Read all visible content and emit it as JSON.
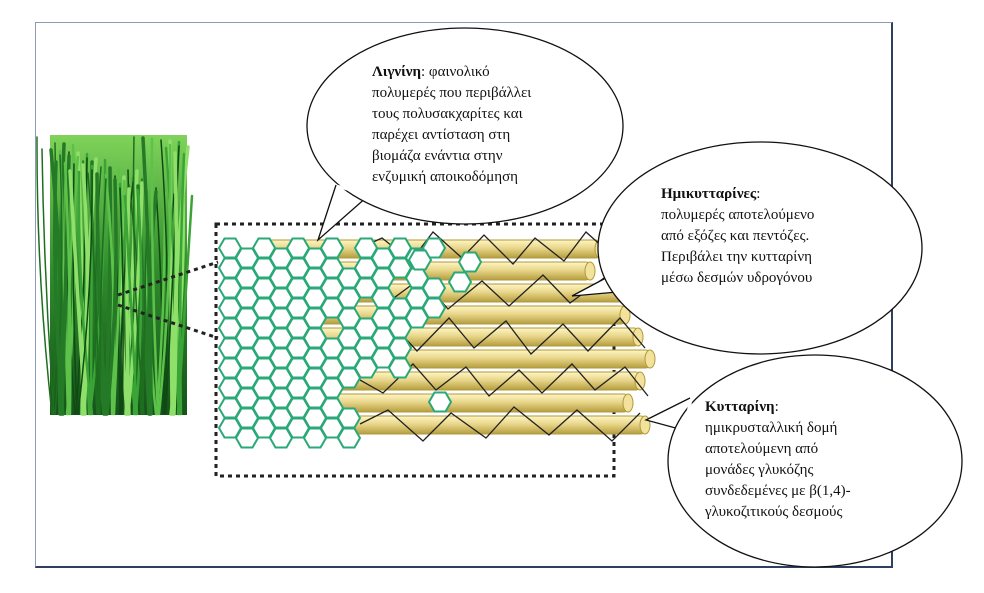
{
  "lignin": {
    "title": "Λιγνίνη",
    "sep": ": ",
    "lines": [
      "φαινολικό",
      "πολυμερές που περιβάλλει",
      "τους πολυσακχαρίτες και",
      "παρέχει αντίσταση στη",
      "βιομάζα ενάντια στην",
      "ενζυμική αποικοδόμηση"
    ]
  },
  "hemicellulose": {
    "title": "Ημικυτταρίνες",
    "sep": ":",
    "lines": [
      "πολυμερές αποτελούμενο",
      "από εξόζες και πεντόζες.",
      "Περιβάλει την κυτταρίνη",
      "μέσω δεσμών υδρογόνου"
    ]
  },
  "cellulose": {
    "title": "Κυτταρίνη",
    "sep": ":",
    "lines": [
      "ημικρυσταλλική δομή",
      "αποτελούμενη από",
      "μονάδες γλυκόζης",
      "συνδεδεμένες με β(1,4)-",
      "γλυκοζιτικούς δεσμούς"
    ]
  },
  "colors": {
    "frame_border": "#2f3f60",
    "hexagon": "#2aa878",
    "fiber_fill": "#e8d68a",
    "fiber_stroke": "#b09a3a",
    "grass": "#2e8a2a"
  },
  "images": {
    "grass": "grass-photo",
    "fibers": "cellulose-fibers"
  }
}
